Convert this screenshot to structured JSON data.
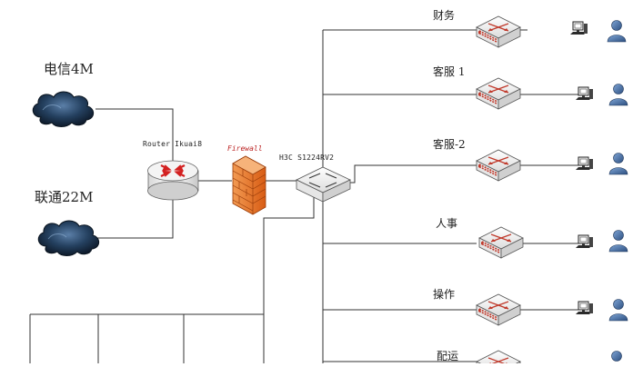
{
  "isp": {
    "telecom": "电信4M",
    "unicom": "联通22M"
  },
  "devices": {
    "router": "Router Ikuai8",
    "firewall": "Firewall",
    "core_switch": "H3C S1224RV2"
  },
  "departments": [
    {
      "label": "财务"
    },
    {
      "label": "客服 1"
    },
    {
      "label": "客服-2"
    },
    {
      "label": "人事"
    },
    {
      "label": "操作"
    },
    {
      "label": "配运"
    }
  ],
  "colors": {
    "line": "#333333",
    "cloud": "#1c2f4a",
    "router_arrows": "#d32020",
    "firewall": "#e8742a",
    "switch_ports": "#c0392b",
    "user": "#3a5f92"
  },
  "icons": [
    "cloud-icon",
    "router-icon",
    "firewall-icon",
    "switch-icon",
    "workstation-icon",
    "user-icon"
  ]
}
